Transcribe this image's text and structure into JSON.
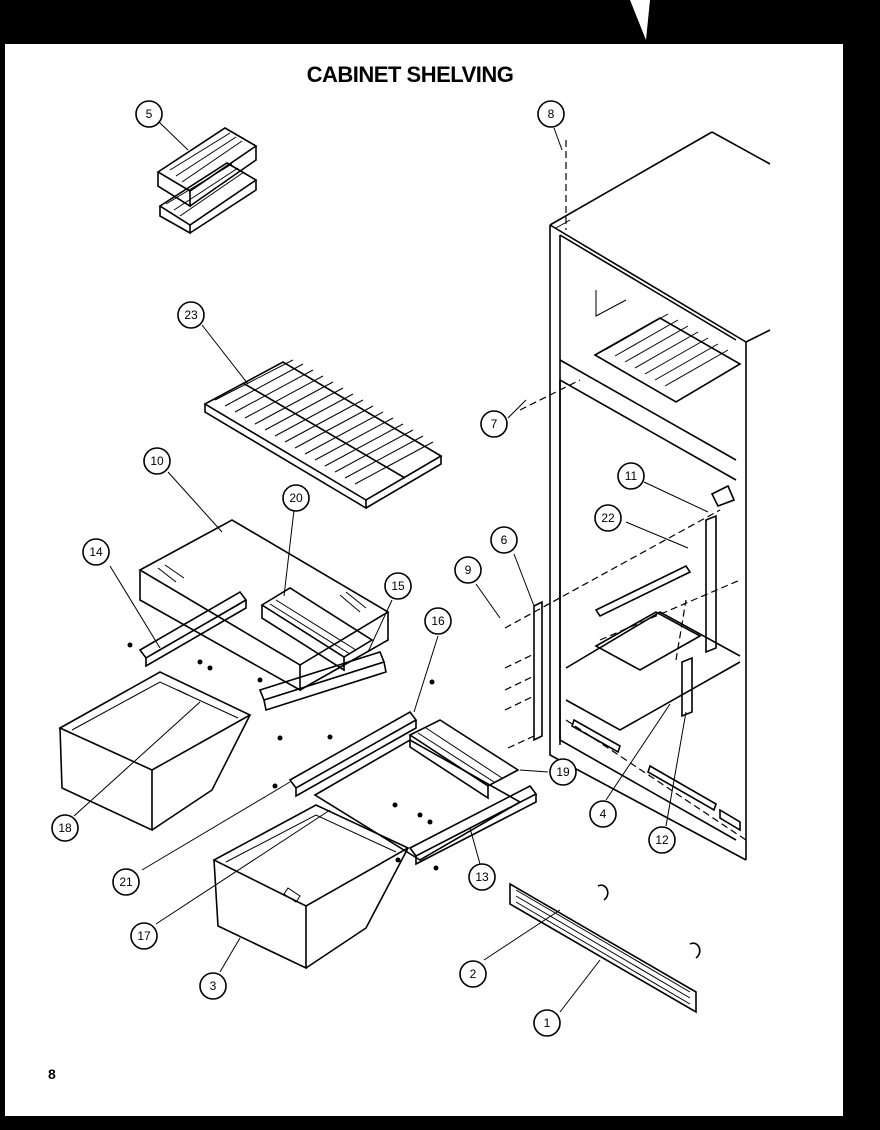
{
  "title": "CABINET SHELVING",
  "page_number": "8",
  "callouts": [
    "5",
    "23",
    "10",
    "20",
    "14",
    "15",
    "16",
    "18",
    "21",
    "17",
    "3",
    "13",
    "19",
    "8",
    "7",
    "11",
    "22",
    "9",
    "6",
    "4",
    "12",
    "2",
    "1"
  ]
}
